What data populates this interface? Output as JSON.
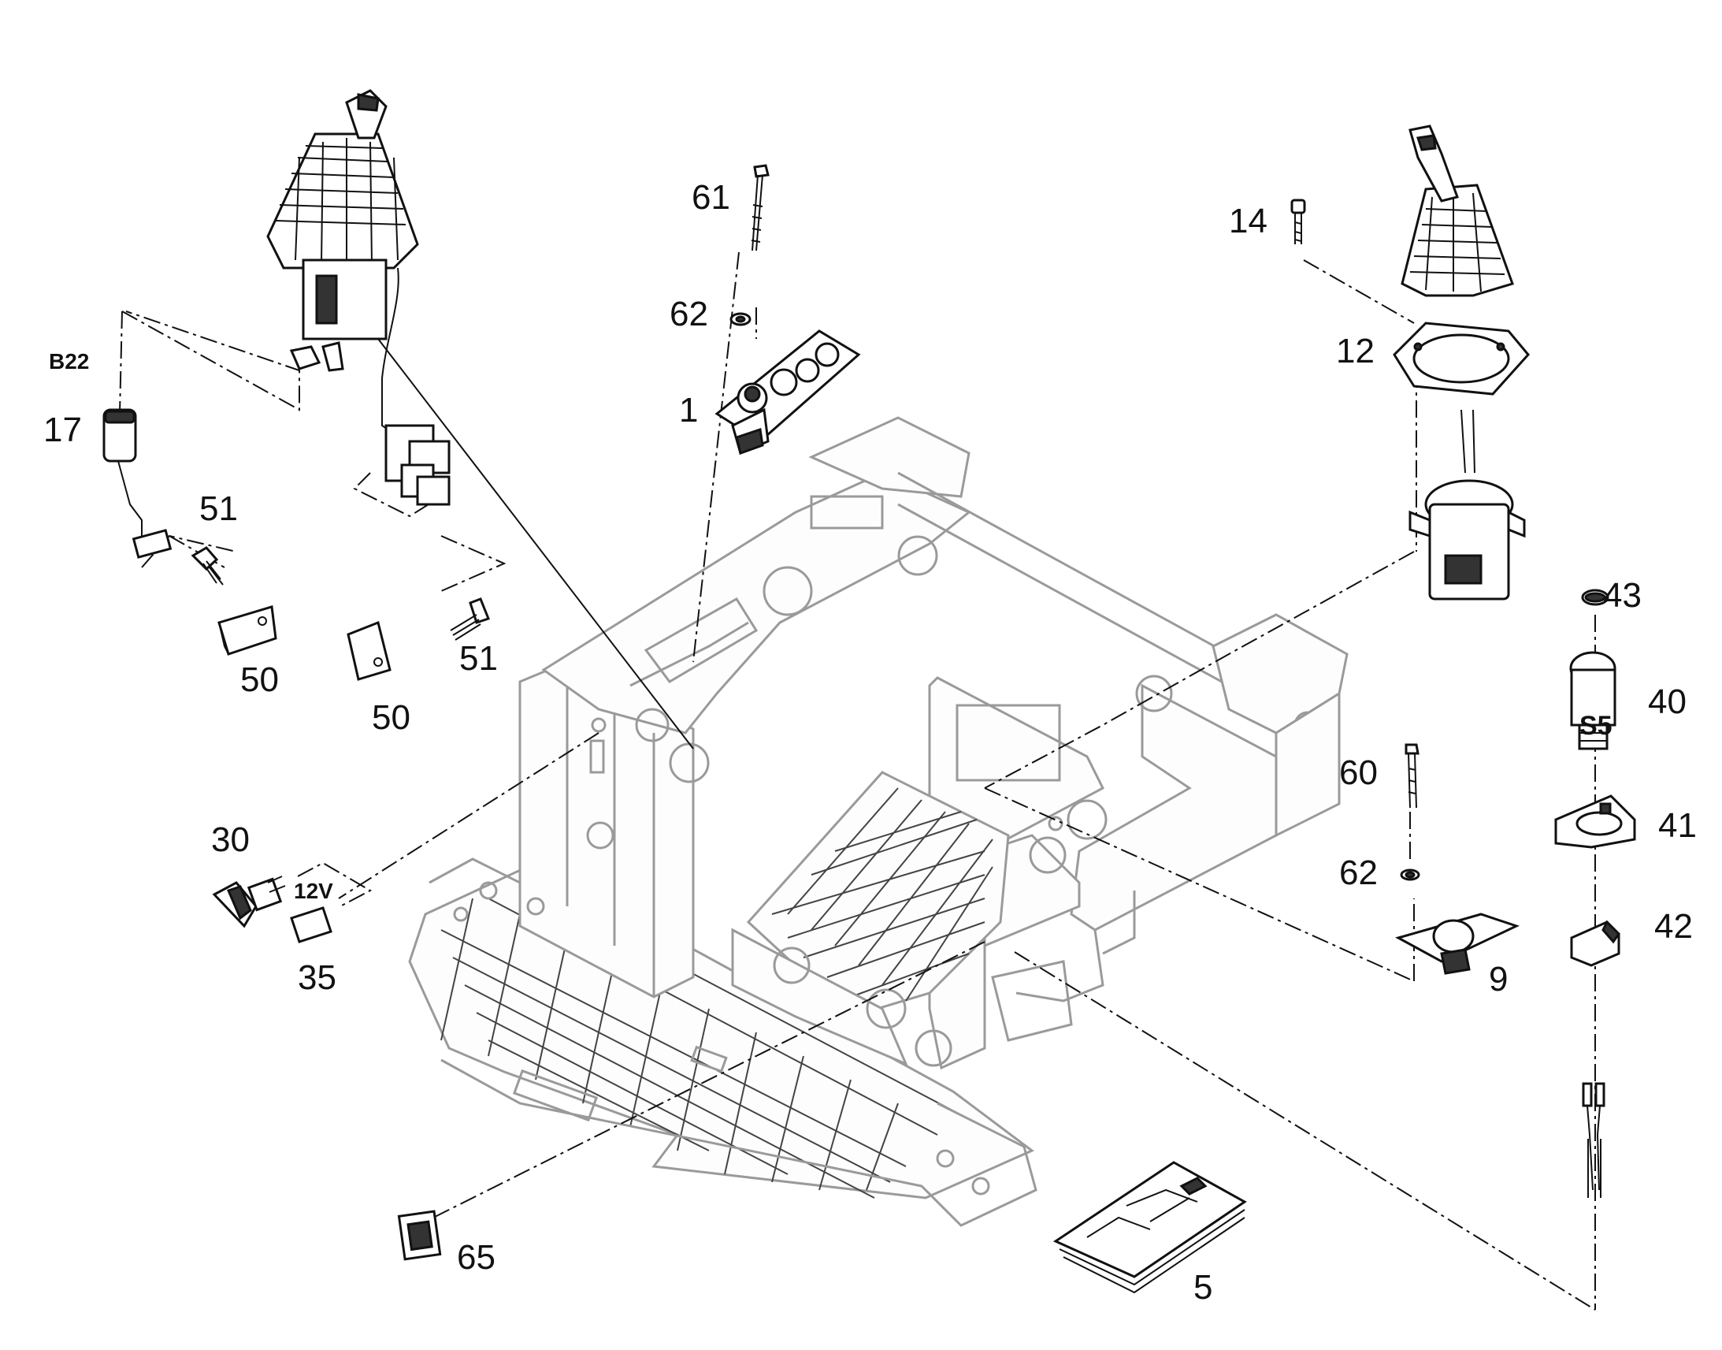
{
  "labels": {
    "p61": "61",
    "p62a": "62",
    "p1": "1",
    "p14": "14",
    "p12": "12",
    "pB22": "B22",
    "p17": "17",
    "p51a": "51",
    "p50a": "50",
    "p51b": "51",
    "p50b": "50",
    "p43": "43",
    "p40": "40",
    "pS5": "S5",
    "p41": "41",
    "p42": "42",
    "p60": "60",
    "p62b": "62",
    "p9": "9",
    "p30": "30",
    "p12V": "12V",
    "p35": "35",
    "p65": "65",
    "p5": "5"
  }
}
